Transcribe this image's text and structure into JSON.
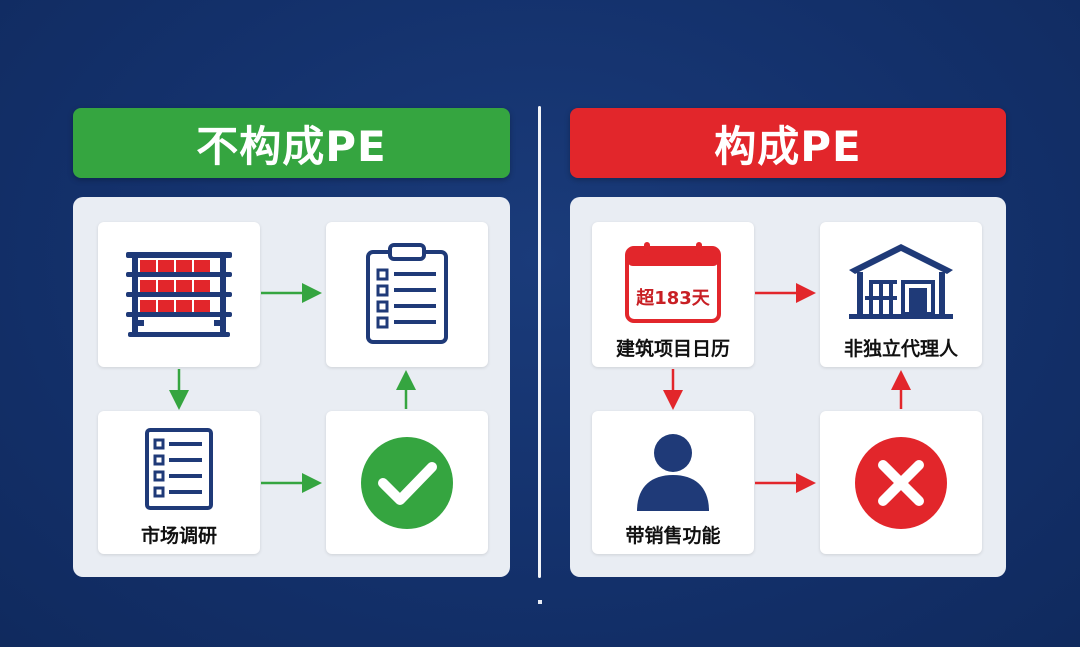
{
  "left": {
    "header": "不构成PE",
    "cards": {
      "bottom_left_label": "市场调研"
    },
    "color": "#35a540"
  },
  "right": {
    "header": "构成PE",
    "cards": {
      "calendar_text": "超183天",
      "top_left_label": "建筑项目日历",
      "top_right_label": "非独立代理人",
      "bottom_left_label": "带销售功能"
    },
    "color": "#e2262b"
  },
  "icons": {
    "left_top_left": "warehouse-shelf-icon",
    "left_top_right": "clipboard-checklist-icon",
    "left_bottom_left": "checklist-document-icon",
    "left_bottom_right": "check-circle-icon",
    "right_top_left": "calendar-icon",
    "right_top_right": "warehouse-building-icon",
    "right_bottom_left": "person-icon",
    "right_bottom_right": "cross-circle-icon"
  }
}
